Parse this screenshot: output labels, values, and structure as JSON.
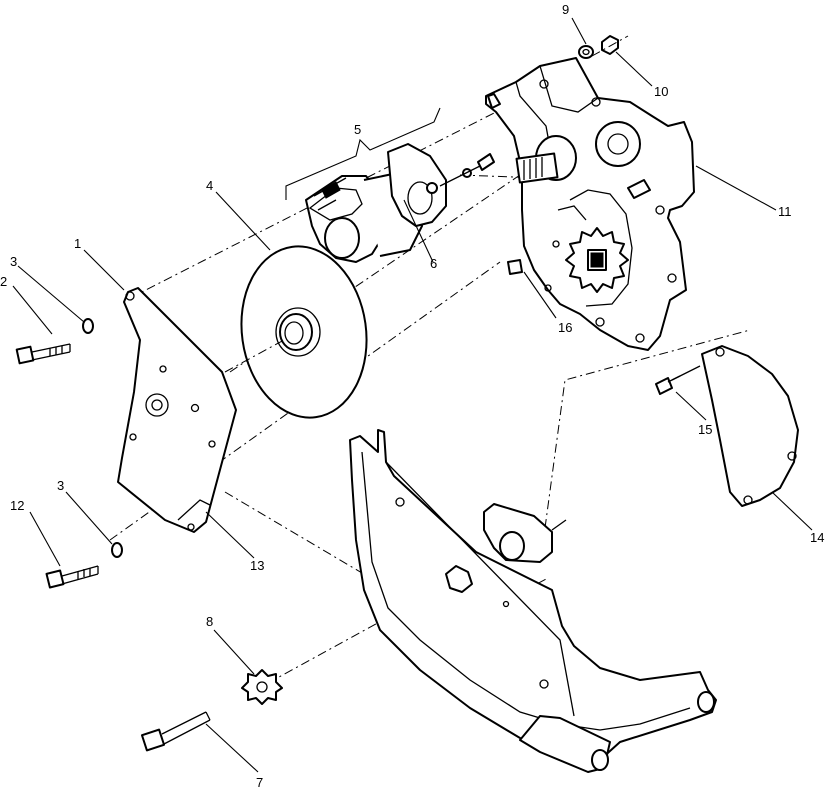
{
  "callouts": [
    {
      "id": "c1",
      "text": "1"
    },
    {
      "id": "c2",
      "text": "2"
    },
    {
      "id": "c3a",
      "text": "3"
    },
    {
      "id": "c3b",
      "text": "3"
    },
    {
      "id": "c4",
      "text": "4"
    },
    {
      "id": "c5",
      "text": "5"
    },
    {
      "id": "c6",
      "text": "6"
    },
    {
      "id": "c7",
      "text": "7"
    },
    {
      "id": "c8",
      "text": "8"
    },
    {
      "id": "c9",
      "text": "9"
    },
    {
      "id": "c10",
      "text": "10"
    },
    {
      "id": "c11",
      "text": "11"
    },
    {
      "id": "c12",
      "text": "12"
    },
    {
      "id": "c13",
      "text": "13"
    },
    {
      "id": "c14",
      "text": "14"
    },
    {
      "id": "c15",
      "text": "15"
    },
    {
      "id": "c16",
      "text": "16"
    }
  ]
}
